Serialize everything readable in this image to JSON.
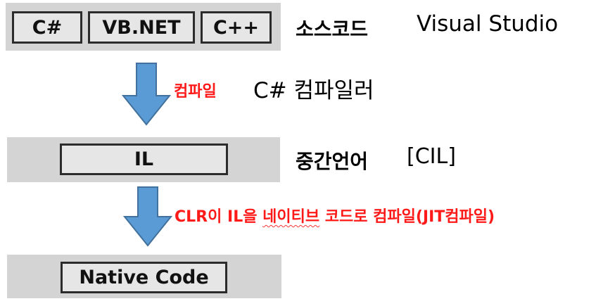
{
  "source_row": {
    "boxes": [
      "C#",
      "VB.NET",
      "C++"
    ],
    "label": "소스코드",
    "tool": "Visual Studio"
  },
  "step1": {
    "action": "컴파일",
    "tool": "C# 컴파일러"
  },
  "il_row": {
    "box": "IL",
    "label": "중간언어",
    "note": "[CIL]"
  },
  "step2": {
    "part1": "CLR이 IL을 ",
    "part2": "네이티브",
    "part3": " 코드로 컴파일(JIT컴파일)"
  },
  "native_row": {
    "box": "Native Code"
  },
  "colors": {
    "band": "#d4d4d4",
    "arrow": "#5b9bd5",
    "highlight": "#ff1a1a"
  }
}
